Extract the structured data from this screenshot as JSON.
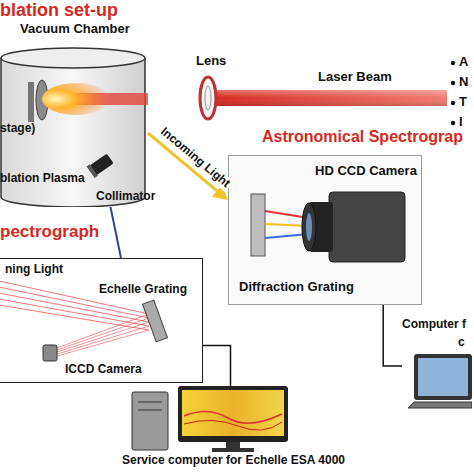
{
  "diagram": {
    "nodes": [
      {
        "text": [
          "Vacuum Chamber"
        ]
      },
      {
        "text": [
          "HD CCD Camera",
          "Diffraction Grating"
        ]
      },
      {
        "text": [
          "ning Light",
          "Echelle Grating",
          "ICCD Camera"
        ]
      },
      {
        "text": [
          "Service computer for Echelle ESA 4000"
        ]
      },
      {
        "text": [
          "Computer f"
        ]
      }
    ],
    "edges": [
      {
        "from": 0,
        "to": 1,
        "label": "Incoming Light",
        "arrow": "to"
      },
      {
        "from": 0,
        "to": 2,
        "arrow": "none"
      },
      {
        "from": 2,
        "to": 3,
        "arrow": "none"
      },
      {
        "from": 1,
        "to": 4,
        "arrow": "none"
      }
    ],
    "labels": [
      "blation set-up",
      "Lens",
      "Laser Beam",
      "A",
      "N",
      "T",
      "I",
      "Astronomical Spectrograp",
      "stage)",
      "blation Plasma",
      "Collimator",
      "pectrograph",
      "c"
    ]
  }
}
